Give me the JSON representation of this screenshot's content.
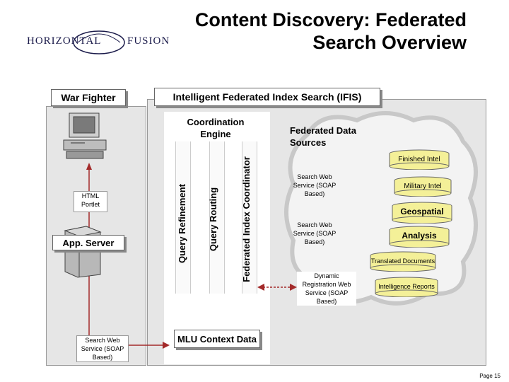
{
  "title": "Content Discovery: Federated Search Overview",
  "logo": {
    "left_text": "HORIZONTAL",
    "right_text": "FUSION"
  },
  "war_fighter": {
    "label": "War Fighter",
    "portlet": "HTML Portlet",
    "app_server": "App. Server",
    "search_service": "Search Web Service (SOAP Based)"
  },
  "ifis": {
    "label": "Intelligent Federated Index Search (IFIS)",
    "coordination_engine": "Coordination Engine",
    "query_refinement": "Query Refinement",
    "query_routing": "Query Routing",
    "index_coordinator": "Federated Index Coordinator",
    "mlu": "MLU Context Data",
    "services": [
      "Search Web Service (SOAP Based)",
      "Search Web Service (SOAP Based)",
      "Dynamic Registration Web Service (SOAP Based)"
    ]
  },
  "sources": {
    "label": "Federated Data Sources",
    "items": [
      "Finished Intel",
      "Military Intel",
      "Geospatial",
      "Analysis",
      "Translated Documents",
      "Intelligence Reports"
    ]
  },
  "page": "Page 15",
  "colors": {
    "cylinder": "#f4f098",
    "arrow": "#a32a2a",
    "panel": "#e6e6e6"
  }
}
